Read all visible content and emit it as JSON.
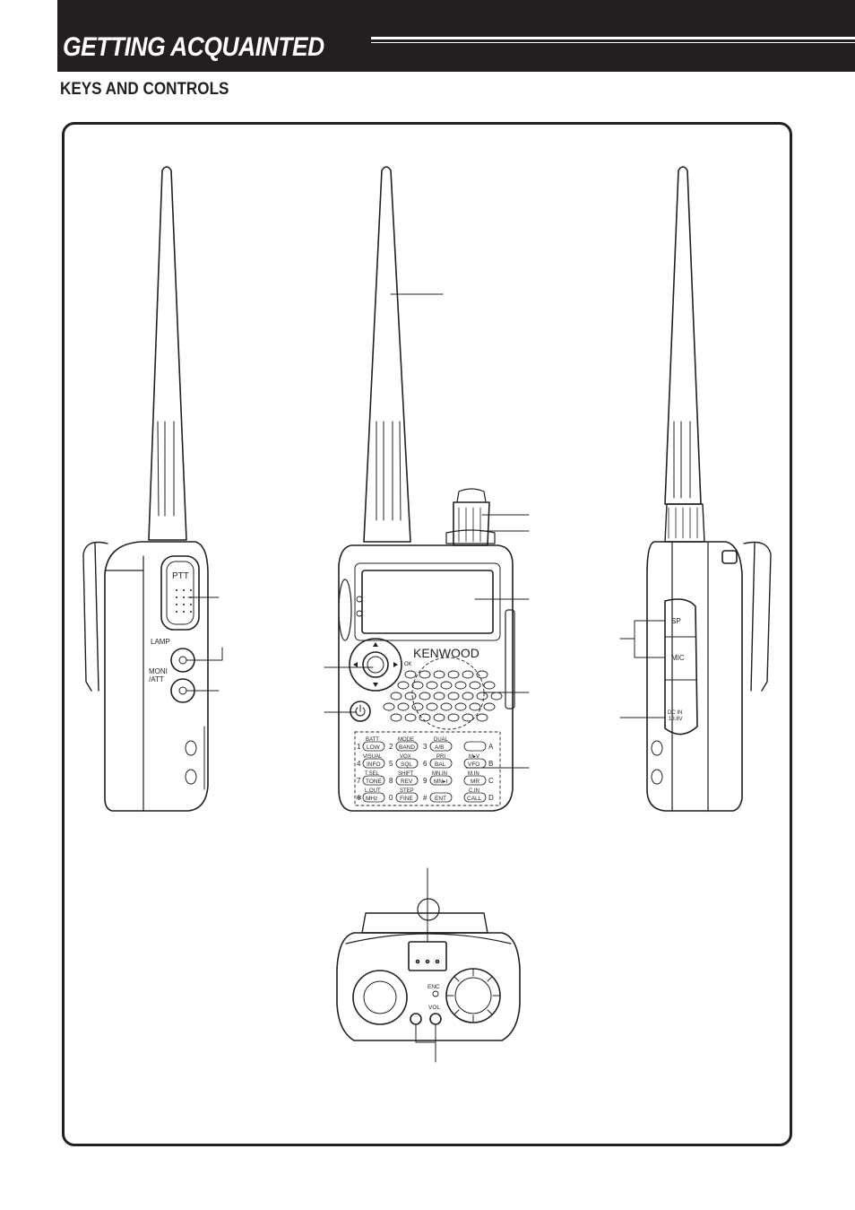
{
  "header": {
    "title": "GETTING ACQUAINTED"
  },
  "section": {
    "heading": "KEYS AND CONTROLS"
  },
  "left_view": {
    "ptt": "PTT",
    "lamp": "LAMP",
    "moni_line1": "MONI",
    "moni_line2": "/ATT"
  },
  "front_view": {
    "brand": "KENWOOD",
    "ok": "OK",
    "keys": [
      {
        "digit": "1",
        "key": "LOW",
        "func": "BATT"
      },
      {
        "digit": "2",
        "key": "BAND",
        "func": "MODE"
      },
      {
        "digit": "3",
        "key": "A/B",
        "func": "DUAL"
      },
      {
        "digit": "A",
        "key": "",
        "func": ""
      },
      {
        "digit": "4",
        "key": "INFO",
        "func": "VISUAL"
      },
      {
        "digit": "5",
        "key": "SQL",
        "func": "VOX"
      },
      {
        "digit": "6",
        "key": "BAL",
        "func": "PRI"
      },
      {
        "digit": "B",
        "key": "VFO",
        "func": "M▸V"
      },
      {
        "digit": "7",
        "key": "TONE",
        "func": "T.SEL"
      },
      {
        "digit": "8",
        "key": "REV",
        "func": "SHIFT"
      },
      {
        "digit": "9",
        "key": "MN▸I",
        "func": "MN.IN"
      },
      {
        "digit": "C",
        "key": "MR",
        "func": "M.IN"
      },
      {
        "digit": "✻",
        "key": "MHz",
        "func": "L.OUT"
      },
      {
        "digit": "0",
        "key": "FINE",
        "func": "STEP"
      },
      {
        "digit": "#",
        "key": "ENT",
        "func": ""
      },
      {
        "digit": "D",
        "key": "CALL",
        "func": "C.IN"
      }
    ]
  },
  "right_view": {
    "sp": "SP",
    "mic": "MIC",
    "dcin_line1": "DC IN",
    "dcin_line2": "13.8V"
  },
  "top_view": {
    "enc": "ENC",
    "vol": "VOL"
  }
}
